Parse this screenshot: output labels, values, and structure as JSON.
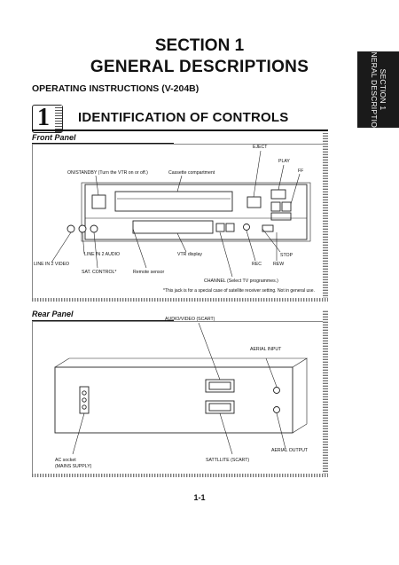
{
  "side_tab": {
    "line1": "SECTION 1",
    "line2": "GENERAL DESCRIPTIONS"
  },
  "heading": {
    "section": "SECTION 1",
    "title": "GENERAL DESCRIPTIONS"
  },
  "operating_instructions": "OPERATING INSTRUCTIONS (V-204B)",
  "identification": {
    "number": "1",
    "title": "IDENTIFICATION OF CONTROLS"
  },
  "front_panel": {
    "label": "Front Panel",
    "callouts": {
      "eject": "EJECT",
      "play": "PLAY",
      "on_standby": "ON/STANDBY (Turn the VTR on or off.)",
      "cassette": "Cassette compartment",
      "ff": "FF",
      "line_in_2_audio": "LINE IN 2 AUDIO",
      "vtr_display": "VTR display",
      "stop": "STOP",
      "line_in_2_video": "LINE IN 2 VIDEO",
      "rec": "REC",
      "rew": "REW",
      "sat_control": "SAT. CONTROL*",
      "remote_sensor": "Remote sensor",
      "channel": "CHANNEL (Select TV programmes.)"
    },
    "footnote": "*This jack is for a special case of satellite receiver setting. Not in general use."
  },
  "rear_panel": {
    "label": "Rear Panel",
    "callouts": {
      "audio_video": "AUDIO/VIDEO (SCART)",
      "aerial_input": "AERIAL INPUT",
      "aerial_output": "AERIAL OUTPUT",
      "ac_socket_1": "AC socket",
      "ac_socket_2": "(MAINS SUPPLY)",
      "satellite": "SATTLLITE (SCART)"
    }
  },
  "page_number": "1-1"
}
